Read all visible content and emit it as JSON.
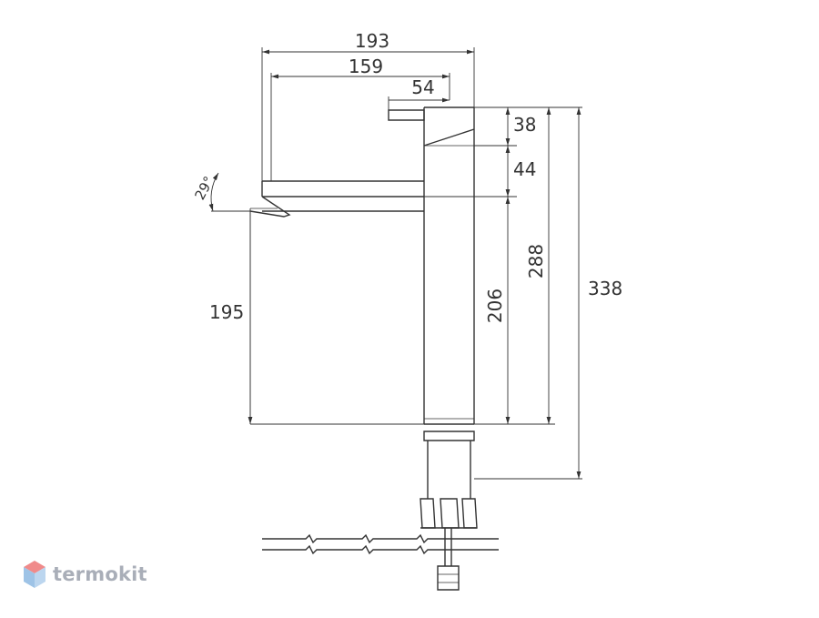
{
  "dimensions": {
    "overall_width": "193",
    "spout_reach": "159",
    "handle_length": "54",
    "handle_height": "38",
    "spout_offset": "44",
    "body_height": "206",
    "spout_height": "288",
    "total_height": "338",
    "sink_clearance": "195",
    "spout_angle": "29°"
  },
  "brand": {
    "name": "termokit",
    "logo_top_color": "#f08a8a",
    "logo_side_color": "#9ec3e6"
  },
  "colors": {
    "line": "#333333"
  }
}
